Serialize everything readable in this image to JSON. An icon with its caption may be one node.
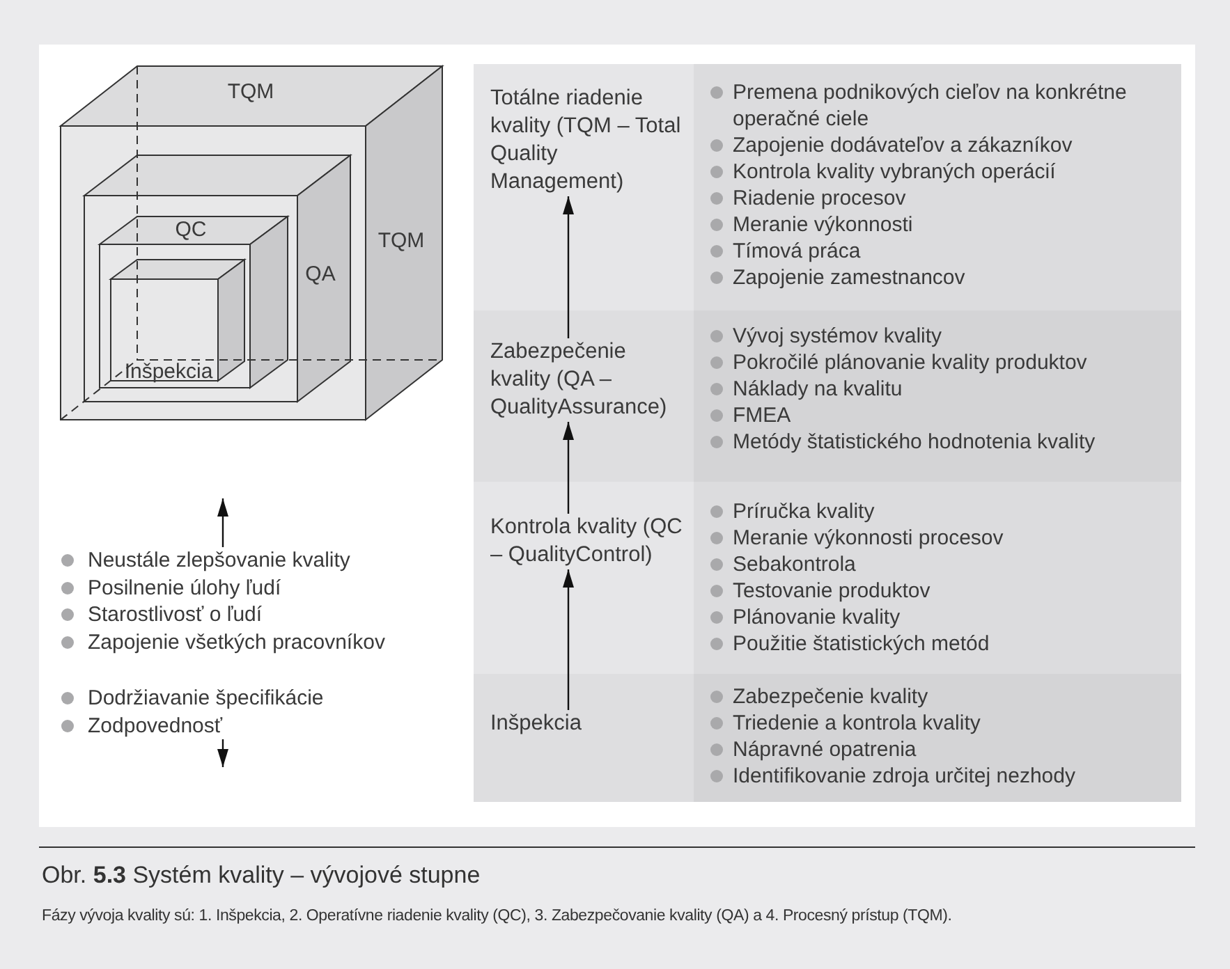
{
  "diagram": {
    "caption": "Obr. **5.3** Systém kvality – vývojové stupne",
    "nodes": [
      {
        "text": [
          "TQM",
          "TQM"
        ]
      },
      {
        "text": [
          "QA"
        ],
        "in": 0
      },
      {
        "text": [
          "QC"
        ],
        "in": 1
      },
      {
        "text": [
          "Inšpekcia"
        ],
        "in": 2
      },
      {
        "text": [
          "Neustále zlepšovanie kvality",
          "Posilnenie úlohy ľudí",
          "Starostlivosť o ľudí",
          "Zapojenie všetkých pracovníkov"
        ]
      },
      {
        "text": [
          "Dodržiavanie špecifikácie",
          "Zodpovednosť"
        ]
      },
      {
        "text": [
          "Totálne riadenie kvality (TQM – Total Quality Management)"
        ]
      },
      {
        "text": [
          "Premena podnikových cieľov na konkrétne operačné ciele",
          "Zapojenie dodávateľov a zákazníkov",
          "Kontrola kvality vybraných operácií",
          "Riadenie procesov",
          "Meranie výkonnosti",
          "Tímová práca",
          "Zapojenie zamestnancov"
        ]
      },
      {
        "text": [
          "Zabezpečenie kvality (QA – QualityAssurance)"
        ]
      },
      {
        "text": [
          "Vývoj systémov kvality",
          "Pokročilé plánovanie kvality produktov",
          "Náklady na kvalitu",
          "FMEA",
          "Metódy štatistického hodnotenia kvality"
        ]
      },
      {
        "text": [
          "Kontrola kvality (QC – QualityControl)"
        ]
      },
      {
        "text": [
          "Príručka kvality",
          "Meranie výkonnosti procesov",
          "Sebakontrola",
          "Testovanie produktov",
          "Plánovanie kvality",
          "Použitie štatistických metód"
        ]
      },
      {
        "text": [
          "Inšpekcia"
        ]
      },
      {
        "text": [
          "Zabezpečenie kvality",
          "Triedenie a kontrola kvality",
          "Nápravné opatrenia",
          "Identifikovanie zdroja určitej nezhody"
        ]
      }
    ],
    "edges": [
      {
        "from": 4,
        "to": null,
        "arrow": "to"
      },
      {
        "from": 5,
        "to": null,
        "arrow": "to"
      },
      {
        "from": 12,
        "to": 10,
        "arrow": "to"
      },
      {
        "from": 10,
        "to": 8,
        "arrow": "to"
      },
      {
        "from": 8,
        "to": 6,
        "arrow": "to"
      }
    ],
    "labels": [
      "Fázy vývoja kvality sú: 1. Inšpekcia, 2. Operatívne riadenie kvality (QC), 3. Zabezpečovanie kvality (QA) a 4. Procesný prístup (TQM)."
    ]
  }
}
